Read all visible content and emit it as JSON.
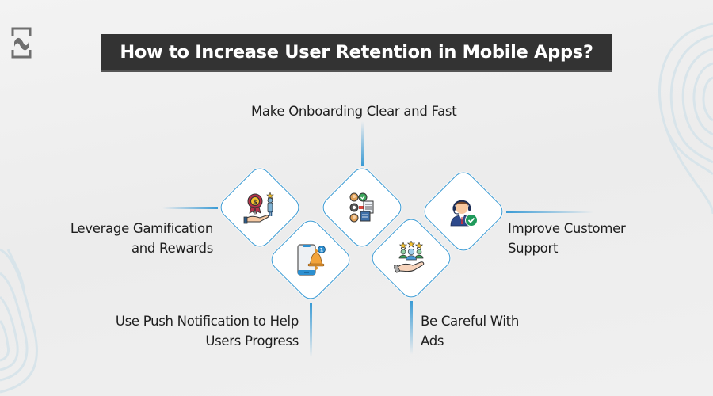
{
  "title": "How to Increase User Retention in Mobile Apps?",
  "logo": {
    "icon": "brand-n-logo-icon"
  },
  "colors": {
    "title_bg": "#333333",
    "title_text": "#ffffff",
    "accent": "#3a9bd5",
    "background": "#efefef",
    "text": "#1e1e1e"
  },
  "steps": [
    {
      "id": "onboarding",
      "label_lines": [
        "Make Onboarding Clear and Fast"
      ],
      "icon": "onboarding-team-gear-document-icon"
    },
    {
      "id": "gamification",
      "label_lines": [
        "Leverage Gamification",
        "and Rewards"
      ],
      "icon": "reward-badge-hand-icon"
    },
    {
      "id": "support",
      "label_lines": [
        "Improve Customer",
        "Support"
      ],
      "icon": "customer-support-agent-check-icon"
    },
    {
      "id": "push",
      "label_lines": [
        "Use Push Notification to Help",
        "Users Progress"
      ],
      "icon": "phone-bell-notification-icon"
    },
    {
      "id": "ads",
      "label_lines": [
        "Be Careful With",
        "Ads"
      ],
      "icon": "rated-users-hand-icon"
    }
  ]
}
